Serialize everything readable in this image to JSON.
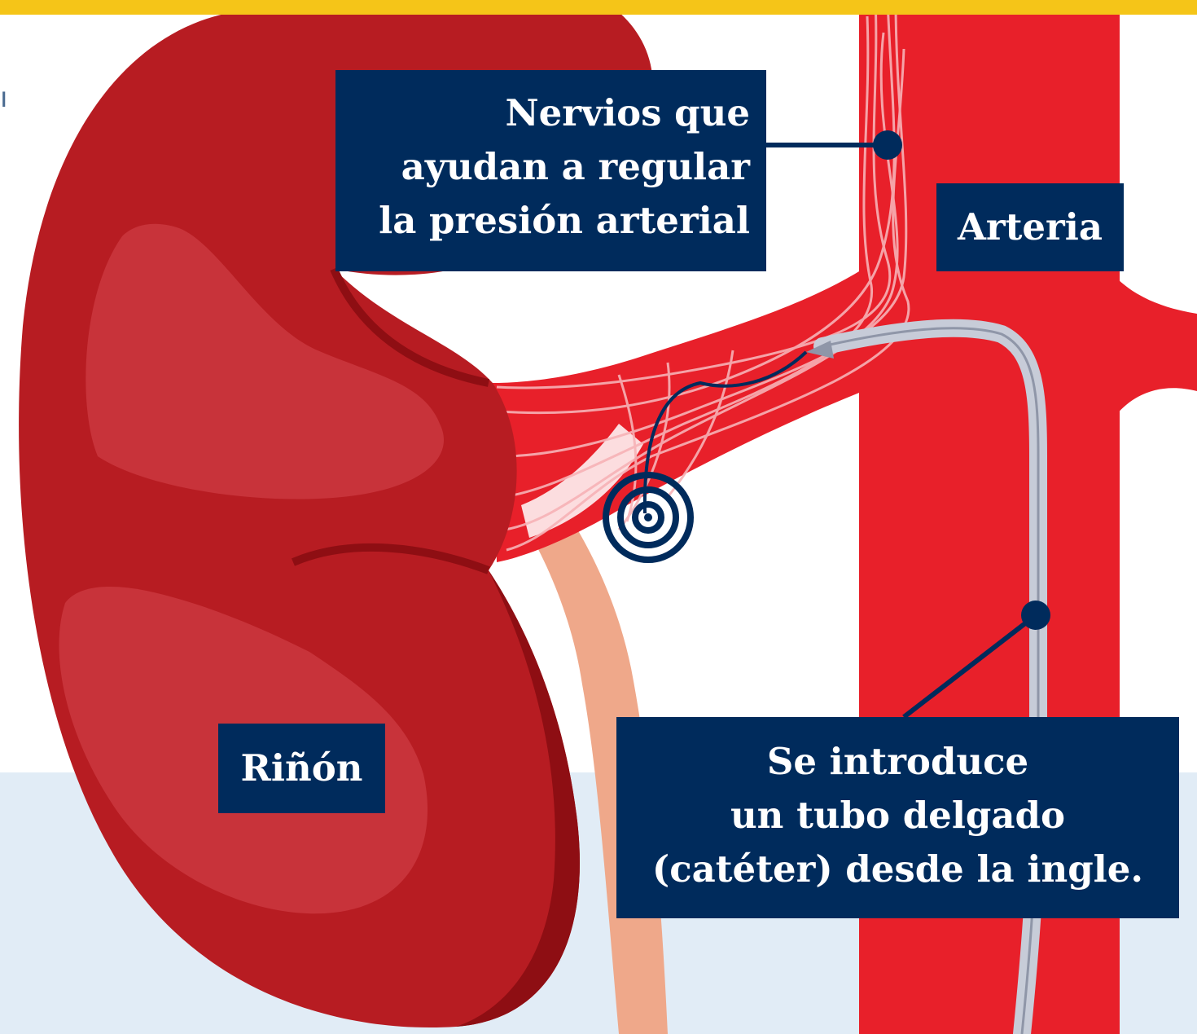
{
  "labels": {
    "nerves": [
      "Nervios que",
      "ayudan a regular",
      "la presión arterial"
    ],
    "artery": "Arteria",
    "kidney": "Riñón",
    "catheter": [
      "Se introduce",
      "un tubo delgado",
      "(catéter) desde la ingle."
    ]
  },
  "edge_glyph": "ı",
  "colors": {
    "top_banner": "#f5c518",
    "bottom_band": "#e1ecf6",
    "kidney": "#b71c22",
    "kidney_highlight": "#c8333a",
    "kidney_shadow": "#8e0e13",
    "artery": "#e8202a",
    "ureter": "#efa88a",
    "nerve": "#f7b2b6",
    "catheter": "#c7ccd8",
    "label_bg": "#002b5c",
    "label_text": "#ffffff"
  }
}
